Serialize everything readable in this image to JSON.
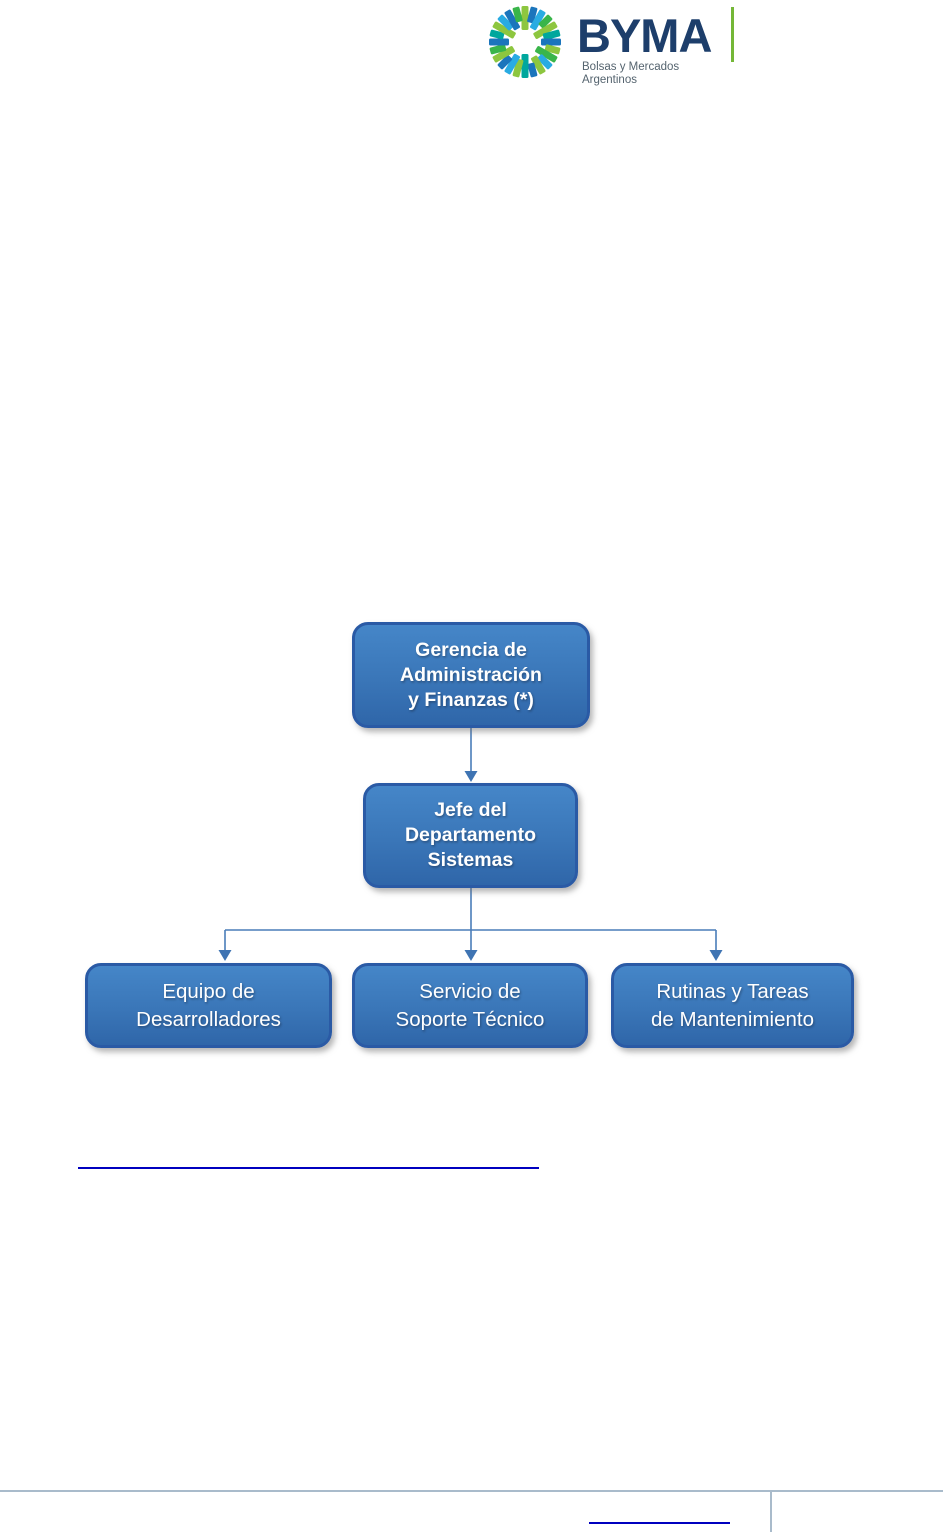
{
  "colors": {
    "brand_navy": "#1d3e6b",
    "tagline_gray": "#55646f",
    "separator_green": "#74b737",
    "box_fill_top": "#4586c8",
    "box_fill_mid": "#3a76b8",
    "box_fill_bottom": "#2f66a9",
    "box_border": "#2a5aa5",
    "connector": "#4a7db9",
    "connector_arrow": "#3f74b3",
    "link_blue": "#0000bf",
    "footer_rule": "#a9bbcb"
  },
  "header": {
    "logo": {
      "brand": "BYMA",
      "tagline": "Bolsas y Mercados\nArgentinos",
      "mark_colors": [
        "#8dc63f",
        "#29abe2",
        "#1b75bc",
        "#39b54a",
        "#00a79d"
      ]
    }
  },
  "org_chart": {
    "type": "org-hierarchy",
    "root": {
      "label": "Gerencia de\nAdministración\ny Finanzas (*)"
    },
    "manager": {
      "label": "Jefe del\nDepartamento\nSistemas"
    },
    "children": [
      {
        "label": "Equipo de\nDesarrolladores"
      },
      {
        "label": "Servicio de\nSoporte Técnico"
      },
      {
        "label": "Rutinas y Tareas\nde Mantenimiento"
      }
    ]
  }
}
